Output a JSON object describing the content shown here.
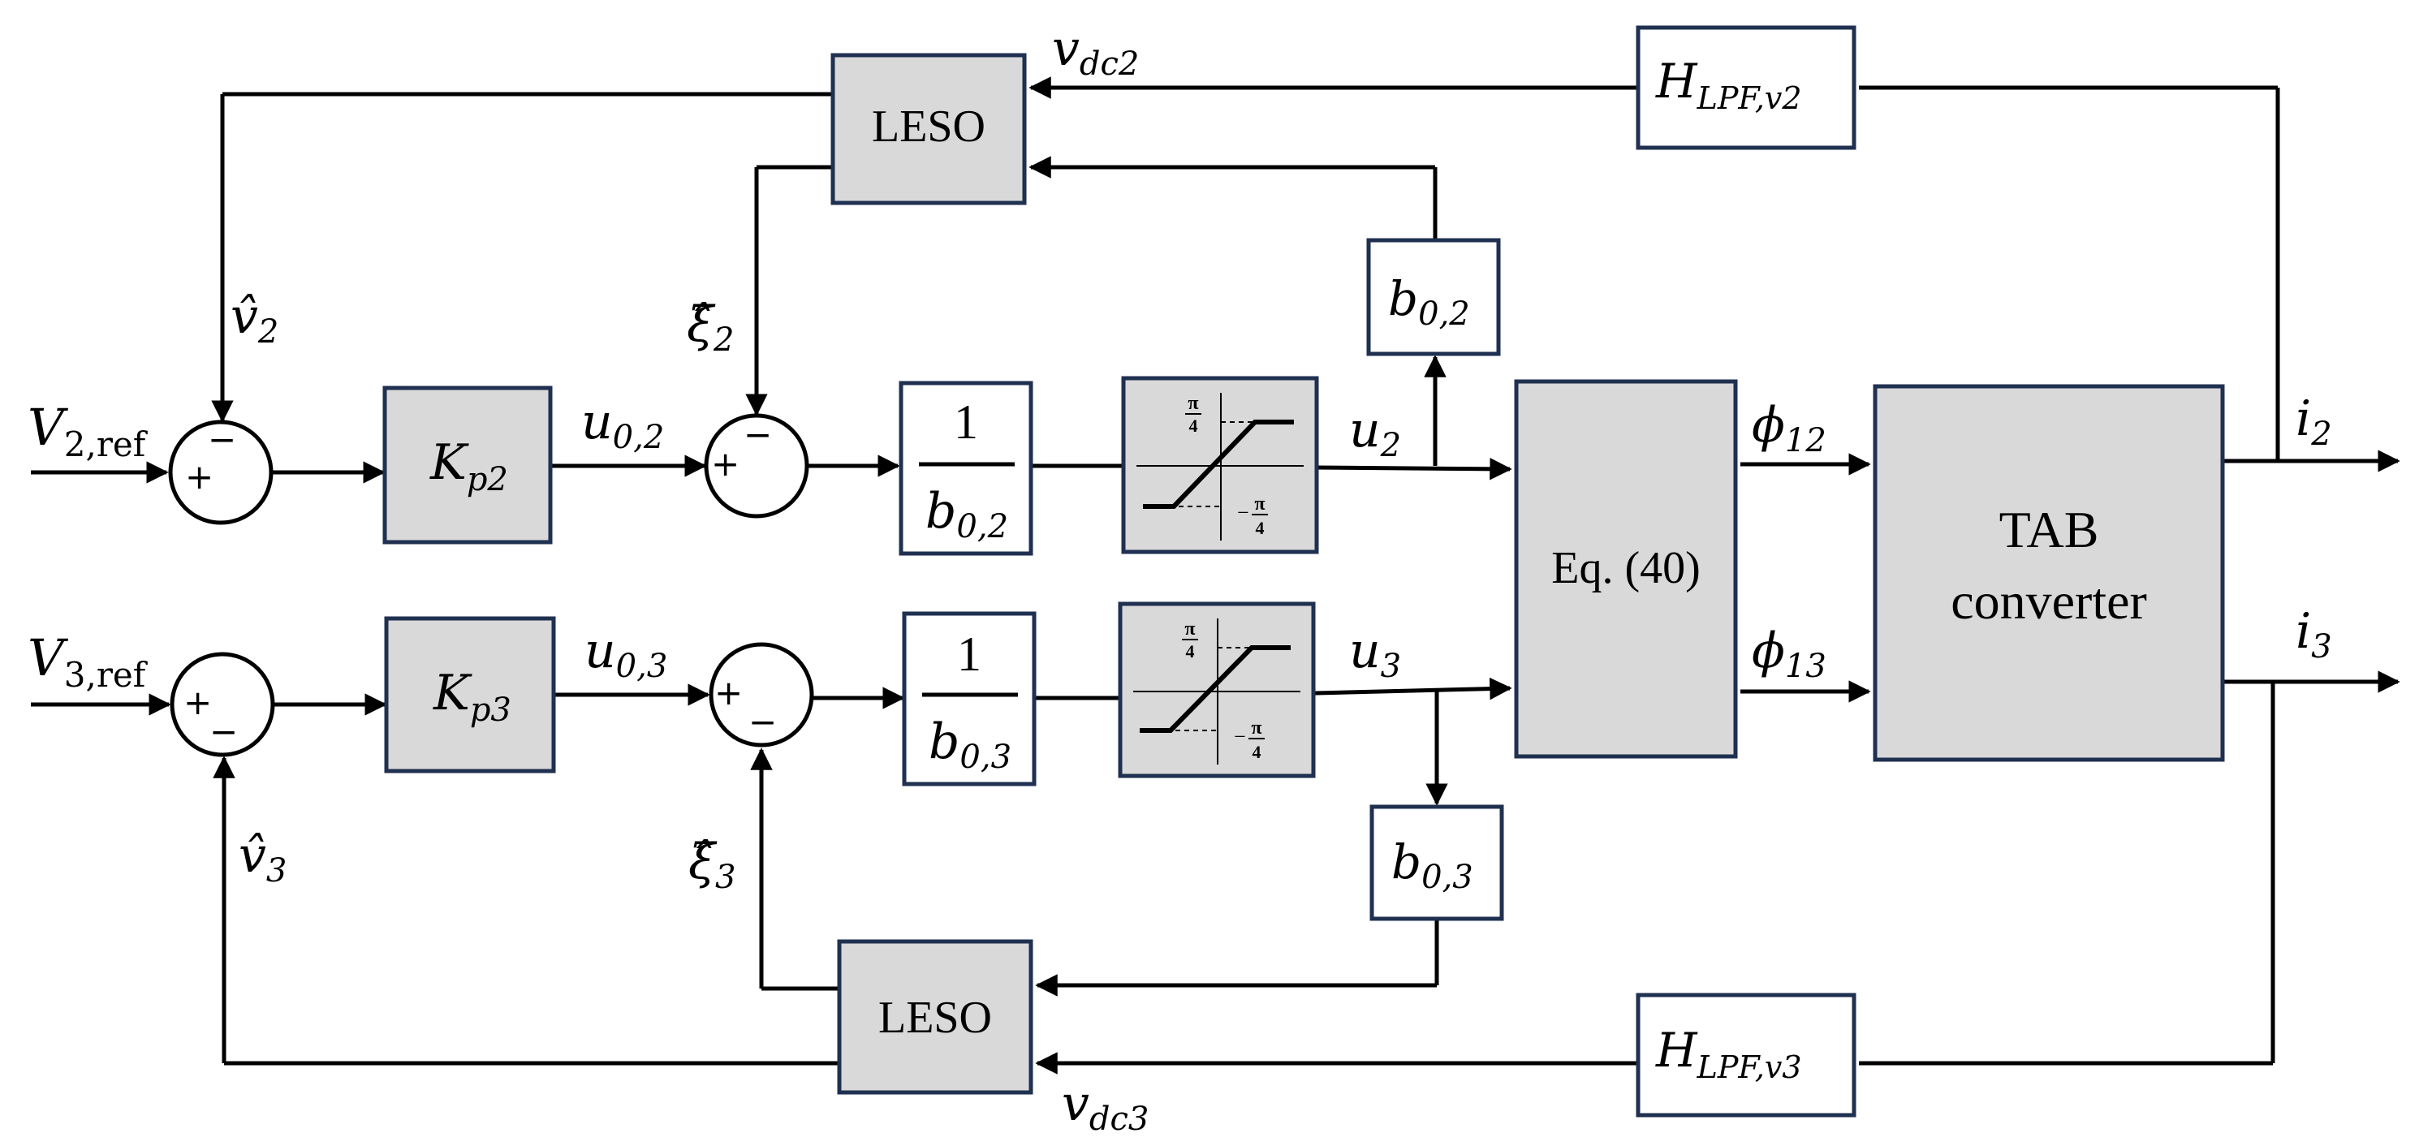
{
  "blocks": {
    "leso_top": "LESO",
    "leso_bottom": "LESO",
    "eq": "Eq. (40)",
    "tab_line1": "TAB",
    "tab_line2": "converter",
    "kp2": {
      "base": "K",
      "sub": "p2"
    },
    "kp3": {
      "base": "K",
      "sub": "p3"
    },
    "inv2": {
      "num": "1",
      "den_base": "b",
      "den_sub": "0,2"
    },
    "inv3": {
      "num": "1",
      "den_base": "b",
      "den_sub": "0,3"
    },
    "b02": {
      "base": "b",
      "sub": "0,2"
    },
    "b03": {
      "base": "b",
      "sub": "0,3"
    },
    "hlpf2": {
      "base": "H",
      "sub": "LPF,v2"
    },
    "hlpf3": {
      "base": "H",
      "sub": "LPF,v3"
    },
    "sat_top": {
      "upper": "π",
      "upper_den": "4",
      "lower": "−",
      "lower_num": "π",
      "lower_den": "4"
    },
    "sat_bottom": {
      "upper": "π",
      "upper_den": "4",
      "lower": "−",
      "lower_num": "π",
      "lower_den": "4"
    }
  },
  "signals": {
    "v2ref": {
      "base": "V",
      "sub": "2,ref"
    },
    "v3ref": {
      "base": "V",
      "sub": "3,ref"
    },
    "u02": {
      "base": "u",
      "sub": "0,2"
    },
    "u03": {
      "base": "u",
      "sub": "0,3"
    },
    "u2": {
      "base": "u",
      "sub": "2"
    },
    "u3": {
      "base": "u",
      "sub": "3"
    },
    "phi12": {
      "base": "ϕ",
      "sub": "12"
    },
    "phi13": {
      "base": "ϕ",
      "sub": "13"
    },
    "i2": {
      "base": "i",
      "sub": "2"
    },
    "i3": {
      "base": "i",
      "sub": "3"
    },
    "vdc2": {
      "base": "v",
      "sub": "dc2"
    },
    "vdc3": {
      "base": "v",
      "sub": "dc3"
    },
    "vhat2": {
      "base": "v̂",
      "sub": "2"
    },
    "vhat3": {
      "base": "v̂",
      "sub": "3"
    },
    "xihat2": {
      "base": "ξ̂",
      "sub": "2"
    },
    "xihat3": {
      "base": "ξ̂",
      "sub": "3"
    }
  },
  "signs": {
    "plus": "+",
    "minus": "−"
  }
}
